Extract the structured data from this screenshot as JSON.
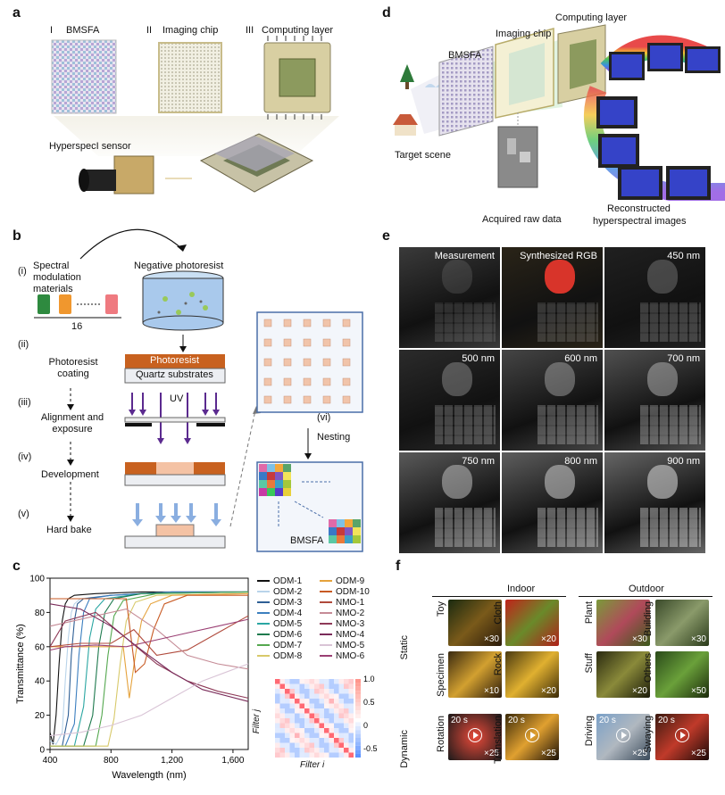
{
  "panel_a": {
    "label": "a",
    "items": [
      "I",
      "BMSFA",
      "II",
      "Imaging chip",
      "III",
      "Computing layer"
    ],
    "sensor": "HyperspecI sensor"
  },
  "panel_b": {
    "label": "b",
    "steps": [
      {
        "num": "(i)",
        "text": "Spectral modulation materials"
      },
      {
        "num": "(ii)",
        "text": "Photoresist coating"
      },
      {
        "num": "(iii)",
        "text": "Alignment and exposure"
      },
      {
        "num": "(iv)",
        "text": "Development"
      },
      {
        "num": "(v)",
        "text": "Hard bake"
      }
    ],
    "count": "16",
    "negative": "Negative photoresist",
    "photoresist": "Photoresist",
    "quartz": "Quartz substrates",
    "uv": "UV",
    "vi": "(vi)",
    "nesting": "Nesting",
    "bmsfa": "BMSFA"
  },
  "panel_c": {
    "label": "c",
    "legend_left": [
      "ODM-1",
      "ODM-2",
      "ODM-3",
      "ODM-4",
      "ODM-5",
      "ODM-6",
      "ODM-7",
      "ODM-8"
    ],
    "legend_right": [
      "ODM-9",
      "ODM-10",
      "NMO-1",
      "NMO-2",
      "NMO-3",
      "NMO-4",
      "NMO-5",
      "NMO-6"
    ],
    "colors_left": [
      "#111111",
      "#b9d4ea",
      "#2e5f95",
      "#3c7fbf",
      "#2aa6a2",
      "#1e7a4e",
      "#55a84f",
      "#d8c96a"
    ],
    "colors_right": [
      "#e5a23c",
      "#c85a23",
      "#b04a3c",
      "#c58b96",
      "#8e3a58",
      "#7a2c5a",
      "#d9c4d6",
      "#9a3f73"
    ],
    "corr_ticks": [
      "1.0",
      "0.5",
      "0",
      "-0.5"
    ],
    "filter_i": "Filter i",
    "filter_j": "Filter j"
  },
  "chart_data": {
    "type": "line",
    "xlabel": "Wavelength (nm)",
    "ylabel": "Transmittance (%)",
    "xlim": [
      400,
      1700
    ],
    "ylim": [
      0,
      100
    ],
    "xticks": [
      "400",
      "800",
      "1,200",
      "1,600"
    ],
    "yticks": [
      "0",
      "20",
      "40",
      "60",
      "80",
      "100"
    ],
    "series": [
      {
        "name": "ODM-1",
        "x": [
          400,
          420,
          440,
          460,
          480,
          500,
          520,
          560,
          700,
          1000,
          1700
        ],
        "y": [
          10,
          3,
          20,
          50,
          75,
          85,
          88,
          90,
          91,
          92,
          92
        ]
      },
      {
        "name": "ODM-2",
        "x": [
          400,
          440,
          480,
          500,
          520,
          540,
          560,
          600,
          800,
          1200,
          1700
        ],
        "y": [
          5,
          3,
          10,
          40,
          65,
          80,
          85,
          88,
          90,
          92,
          92
        ]
      },
      {
        "name": "ODM-3",
        "x": [
          400,
          480,
          520,
          540,
          560,
          580,
          620,
          800,
          1200,
          1700
        ],
        "y": [
          2,
          2,
          20,
          55,
          75,
          85,
          88,
          90,
          92,
          92
        ]
      },
      {
        "name": "ODM-4",
        "x": [
          400,
          500,
          560,
          590,
          620,
          660,
          800,
          1200,
          1700
        ],
        "y": [
          2,
          2,
          15,
          55,
          80,
          88,
          90,
          92,
          92
        ]
      },
      {
        "name": "ODM-5",
        "x": [
          400,
          560,
          620,
          660,
          700,
          760,
          1000,
          1700
        ],
        "y": [
          2,
          2,
          25,
          65,
          82,
          88,
          91,
          92
        ]
      },
      {
        "name": "ODM-6",
        "x": [
          400,
          620,
          680,
          720,
          760,
          820,
          1000,
          1700
        ],
        "y": [
          2,
          2,
          20,
          60,
          80,
          88,
          91,
          92
        ]
      },
      {
        "name": "ODM-7",
        "x": [
          400,
          700,
          740,
          780,
          820,
          880,
          1100,
          1700
        ],
        "y": [
          2,
          2,
          20,
          55,
          78,
          87,
          91,
          92
        ]
      },
      {
        "name": "ODM-8",
        "x": [
          400,
          780,
          820,
          860,
          900,
          960,
          1100,
          1700
        ],
        "y": [
          2,
          2,
          18,
          50,
          75,
          86,
          90,
          91
        ]
      },
      {
        "name": "ODM-9",
        "x": [
          400,
          880,
          920,
          960,
          1000,
          1060,
          1200,
          1700
        ],
        "y": [
          60,
          60,
          30,
          55,
          75,
          85,
          90,
          91
        ]
      },
      {
        "name": "ODM-10",
        "x": [
          400,
          900,
          960,
          1020,
          1080,
          1150,
          1300,
          1700
        ],
        "y": [
          88,
          88,
          45,
          50,
          70,
          85,
          90,
          90
        ]
      },
      {
        "name": "NMO-1",
        "x": [
          400,
          600,
          800,
          950,
          1100,
          1300,
          1500,
          1700
        ],
        "y": [
          60,
          62,
          62,
          70,
          55,
          58,
          68,
          78
        ]
      },
      {
        "name": "NMO-2",
        "x": [
          400,
          700,
          900,
          1100,
          1300,
          1500,
          1700
        ],
        "y": [
          72,
          78,
          82,
          70,
          55,
          50,
          47
        ]
      },
      {
        "name": "NMO-3",
        "x": [
          400,
          500,
          700,
          900,
          1100,
          1300,
          1500,
          1700
        ],
        "y": [
          60,
          75,
          80,
          65,
          50,
          40,
          34,
          30
        ]
      },
      {
        "name": "NMO-4",
        "x": [
          400,
          600,
          800,
          1000,
          1200,
          1400,
          1700
        ],
        "y": [
          85,
          82,
          72,
          58,
          45,
          35,
          28
        ]
      },
      {
        "name": "NMO-5",
        "x": [
          400,
          600,
          800,
          1000,
          1200,
          1400,
          1700
        ],
        "y": [
          8,
          10,
          14,
          20,
          30,
          40,
          50
        ]
      },
      {
        "name": "NMO-6",
        "x": [
          400,
          500,
          700,
          900,
          1100,
          1300,
          1500,
          1700
        ],
        "y": [
          58,
          60,
          61,
          60,
          64,
          68,
          72,
          76
        ]
      }
    ]
  },
  "panel_d": {
    "label": "d",
    "bmsfa": "BMSFA",
    "chip": "Imaging chip",
    "computing": "Computing layer",
    "target": "Target scene",
    "raw": "Acquired raw data",
    "recon1": "Reconstructed",
    "recon2": "hyperspectral images"
  },
  "panel_e": {
    "label": "e",
    "tiles": [
      "Measurement",
      "Synthesized RGB",
      "450 nm",
      "500 nm",
      "600 nm",
      "700 nm",
      "750 nm",
      "800 nm",
      "900 nm"
    ]
  },
  "panel_f": {
    "label": "f",
    "indoor": "Indoor",
    "outdoor": "Outdoor",
    "static": "Static",
    "dynamic": "Dynamic",
    "rows": [
      [
        {
          "cat": "Toy",
          "count": "×30"
        },
        {
          "cat": "Cloth",
          "count": "×20"
        },
        {
          "cat": "Plant",
          "count": "×30"
        },
        {
          "cat": "Building",
          "count": "×30"
        }
      ],
      [
        {
          "cat": "Specimen",
          "count": "×10"
        },
        {
          "cat": "Rock",
          "count": "×20"
        },
        {
          "cat": "Stuff",
          "count": "×20"
        },
        {
          "cat": "Others",
          "count": "×50"
        }
      ],
      [
        {
          "cat": "Rotation",
          "count": "×25",
          "dur": "20 s"
        },
        {
          "cat": "Translation",
          "count": "×25",
          "dur": "20 s"
        },
        {
          "cat": "Driving",
          "count": "×25",
          "dur": "20 s"
        },
        {
          "cat": "Swaying",
          "count": "×25",
          "dur": "20 s"
        }
      ]
    ]
  }
}
